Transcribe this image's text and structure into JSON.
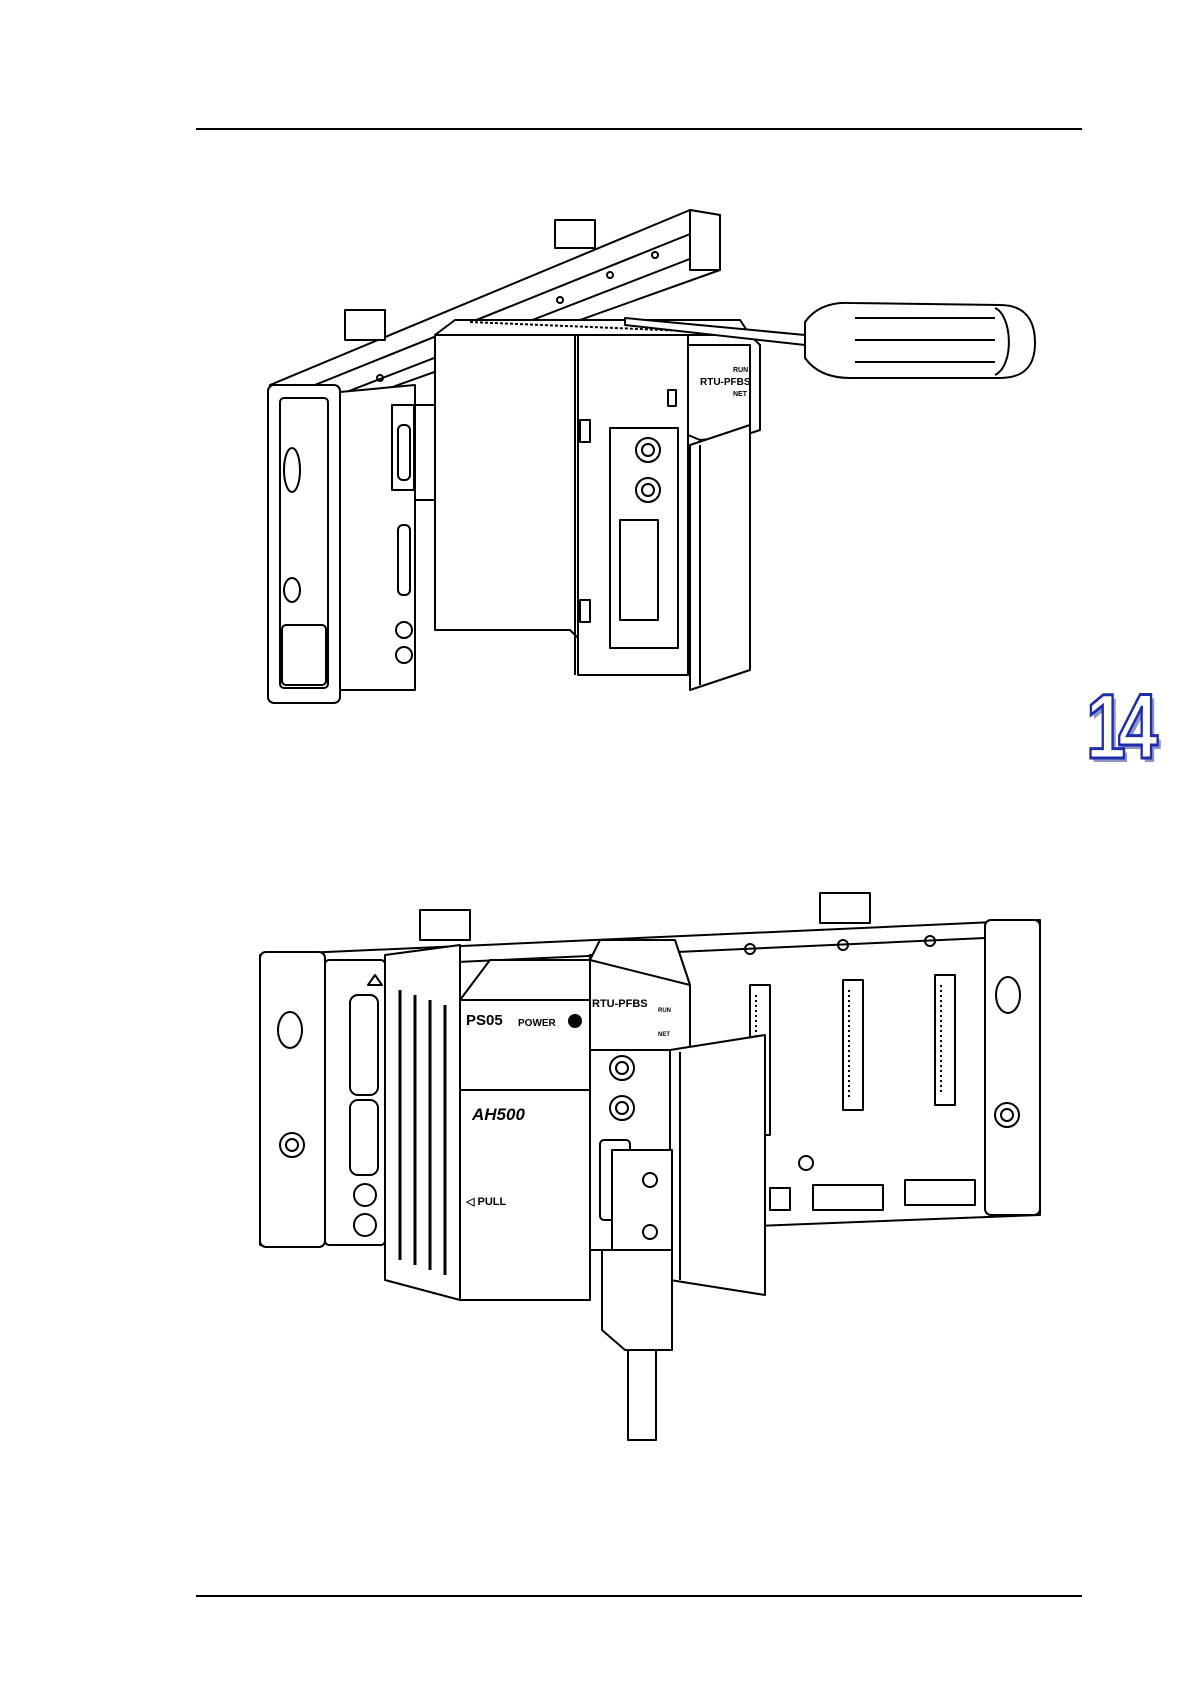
{
  "chapter": {
    "number": "14"
  },
  "figure_top": {
    "module_tag": "RTU-PFBS",
    "led_labels": [
      "RUN",
      "NET"
    ]
  },
  "figure_bottom": {
    "power_module": "PS05",
    "power_label": "POWER",
    "series_label": "AH500",
    "pull_label": "◁ PULL",
    "rtu_module": "RTU-PFBS",
    "led_labels": [
      "RUN",
      "NET"
    ]
  }
}
